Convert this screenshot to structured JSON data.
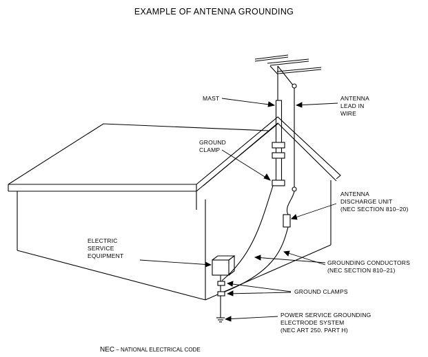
{
  "title": "EXAMPLE OF ANTENNA GROUNDING",
  "labels": {
    "mast": "MAST",
    "antenna_lead": [
      "ANTENNA",
      "LEAD IN",
      "WIRE"
    ],
    "ground_clamp": [
      "GROUND",
      "CLAMP"
    ],
    "discharge_unit": [
      "ANTENNA",
      "DISCHARGE UNIT",
      "(NEC SECTION 810–20)"
    ],
    "electric_service": [
      "ELECTRIC",
      "SERVICE",
      "EQUIPMENT"
    ],
    "grounding_conductors": [
      "GROUNDING CONDUCTORS",
      "(NEC SECTION 810–21)"
    ],
    "ground_clamps": "GROUND CLAMPS",
    "electrode_system": [
      "POWER SERVICE GROUNDING",
      "ELECTRODE SYSTEM",
      "(NEC ART 250. PART H)"
    ]
  },
  "footnote": {
    "abbr": "NEC",
    "text": " – NATIONAL ELECTRICAL CODE"
  }
}
